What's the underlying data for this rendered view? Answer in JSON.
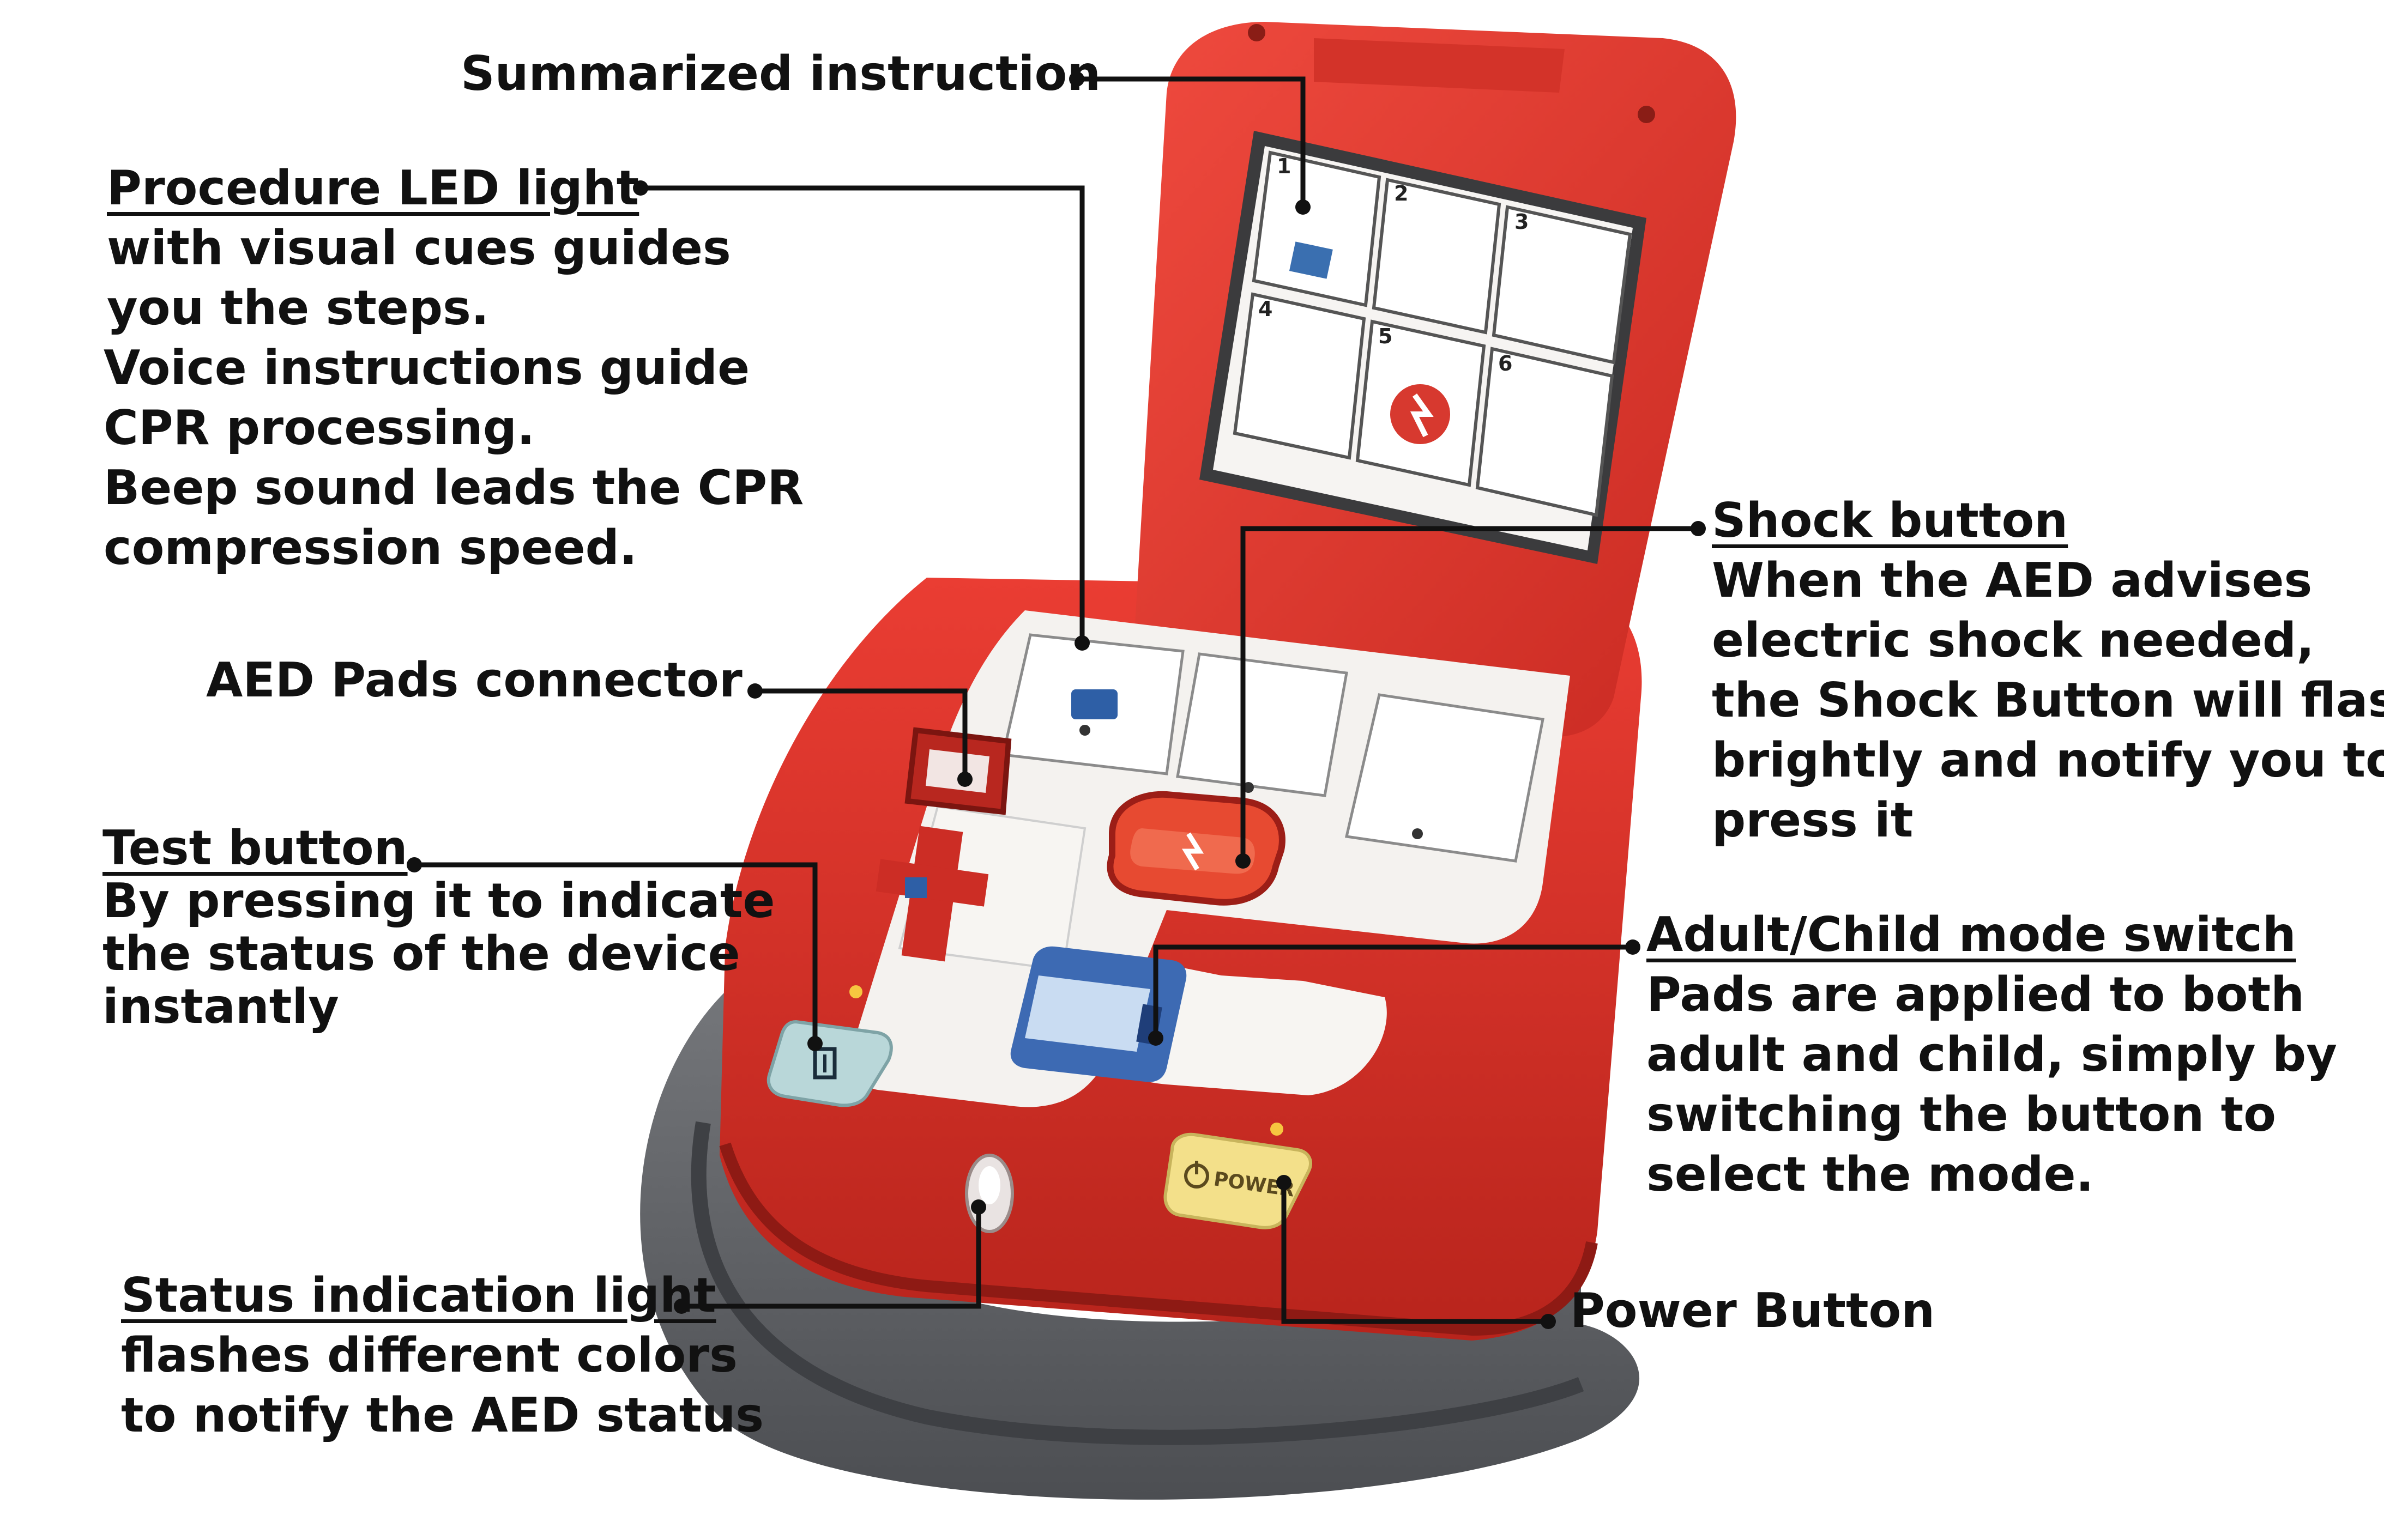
{
  "callouts": {
    "summarized_instruction": {
      "title": "Summarized instruction",
      "lines": []
    },
    "procedure_led": {
      "title": "Procedure LED light",
      "lines": [
        "with visual cues guides",
        "you the steps.",
        "Voice instructions guide",
        "CPR processing.",
        "Beep sound leads the CPR",
        "compression speed."
      ]
    },
    "pads_connector": {
      "title": "AED Pads connector",
      "lines": []
    },
    "test_button": {
      "title": "Test button",
      "lines": [
        "By pressing it to indicate",
        "the status of the device",
        "instantly"
      ]
    },
    "status_light": {
      "title": "Status indication light",
      "lines": [
        "flashes different  colors",
        "to notify the AED status"
      ]
    },
    "shock_button": {
      "title": "Shock button",
      "lines": [
        "When the AED advises",
        "electric shock needed,",
        "the Shock Button will flash",
        "brightly and notify you to",
        "press it"
      ]
    },
    "mode_switch": {
      "title": "Adult/Child mode switch",
      "lines": [
        "Pads are applied to both",
        "adult and child, simply by",
        "switching the button to",
        "select the mode."
      ]
    },
    "power_button": {
      "title": "Power Button",
      "lines": []
    }
  },
  "device": {
    "power_label": "POWER",
    "step_numbers": [
      "1",
      "2",
      "3",
      "4",
      "5",
      "6"
    ]
  },
  "colors": {
    "body_red": "#e2382f",
    "body_dark_red": "#b3231c",
    "panel_white": "#f4f2ef",
    "handle_gray": "#5f6165",
    "power_yellow": "#f3e08a",
    "leader_black": "#111111"
  }
}
